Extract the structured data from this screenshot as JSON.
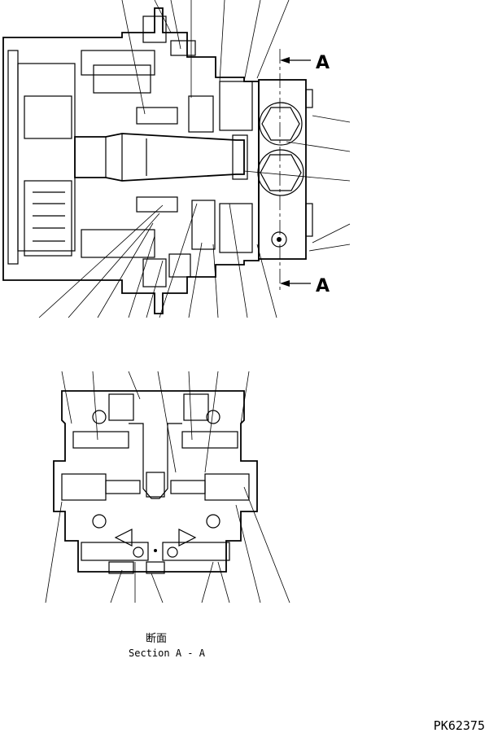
{
  "section_marker": "A",
  "caption": {
    "japanese": "断面",
    "english": "Section A - A"
  },
  "drawing_number": "PK62375"
}
